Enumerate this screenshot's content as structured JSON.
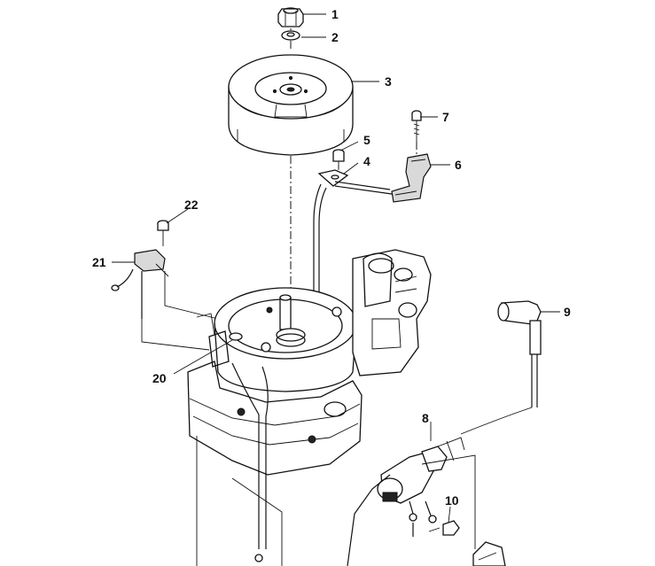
{
  "diagram": {
    "callouts": [
      {
        "id": "1",
        "label": "1"
      },
      {
        "id": "2",
        "label": "2"
      },
      {
        "id": "3",
        "label": "3"
      },
      {
        "id": "4",
        "label": "4"
      },
      {
        "id": "5",
        "label": "5"
      },
      {
        "id": "6",
        "label": "6"
      },
      {
        "id": "7",
        "label": "7"
      },
      {
        "id": "8",
        "label": "8"
      },
      {
        "id": "9",
        "label": "9"
      },
      {
        "id": "10",
        "label": "10"
      },
      {
        "id": "20",
        "label": "20"
      },
      {
        "id": "21",
        "label": "21"
      },
      {
        "id": "22",
        "label": "22"
      }
    ]
  }
}
